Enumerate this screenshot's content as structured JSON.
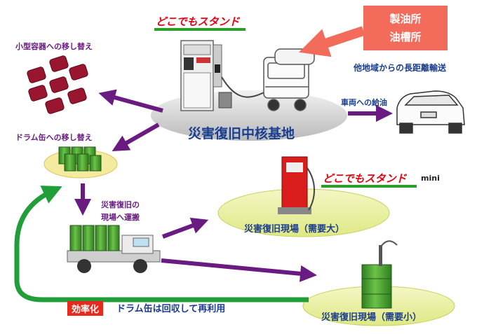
{
  "stand_name": "どこでもスタンド",
  "stand_mini_name": "どこでもスタンド",
  "stand_mini_suffix": "mini",
  "supply_source": [
    "製油所",
    "油槽所"
  ],
  "long_distance": "他地域からの長距離輸送",
  "core_base": "災害復旧中核基地",
  "vehicle_refuel": "車両への給油",
  "small_container": "小型容器への移し替え",
  "drum_transfer": "ドラム缶への移し替え",
  "transport": [
    "災害復旧の",
    "現場へ運搬"
  ],
  "site_large": "災害復旧現場（需要大）",
  "site_small": "災害復旧現場（需要小）",
  "efficiency_badge": "効率化",
  "recycle_text": "ドラム缶は回収して再利用",
  "colors": {
    "purple_arrow": "#6a1b82",
    "green_arrow": "#1f9e3a",
    "salmon_arrow": "#f26b5b",
    "site_ellipse": "#e6ee9c",
    "drum_green": "#3a9a2a",
    "container_red": "#9a1530"
  }
}
